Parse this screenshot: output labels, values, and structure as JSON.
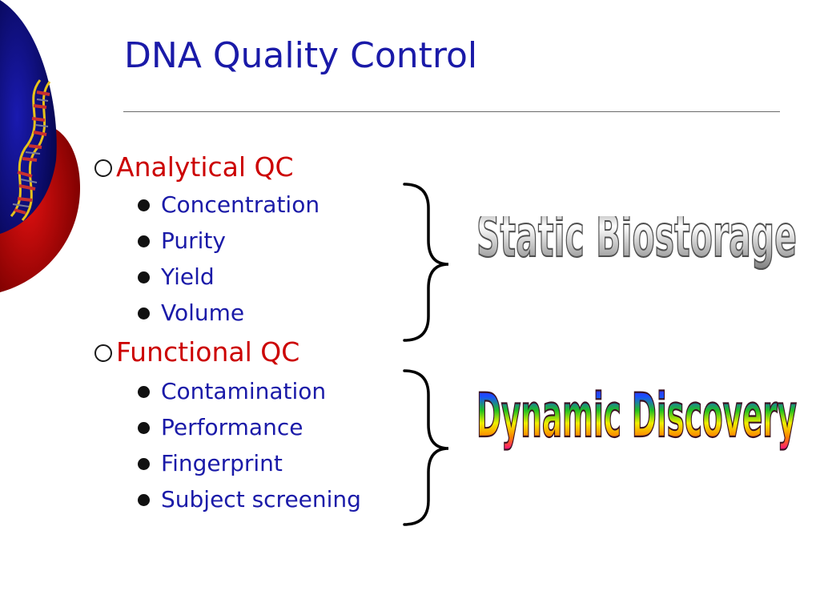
{
  "slide": {
    "title": "DNA Quality Control",
    "sections": [
      {
        "label": "Analytical QC",
        "items": [
          "Concentration",
          "Purity",
          "Yield",
          "Volume"
        ]
      },
      {
        "label": "Functional QC",
        "items": [
          "Contamination",
          "Performance",
          "Fingerprint",
          "Subject screening"
        ]
      }
    ],
    "wordart": [
      {
        "text": "Static Biostorage",
        "style": "silver-gradient"
      },
      {
        "text": "Dynamic Discovery",
        "style": "rainbow-gradient"
      }
    ]
  },
  "decoration": {
    "name": "dna-helix-graphic"
  },
  "colors": {
    "title": "#1a1aa8",
    "section_label": "#cc0000",
    "item_text": "#1a1aa8",
    "deco_blue": "#0a0a8c",
    "deco_red": "#b00000"
  }
}
